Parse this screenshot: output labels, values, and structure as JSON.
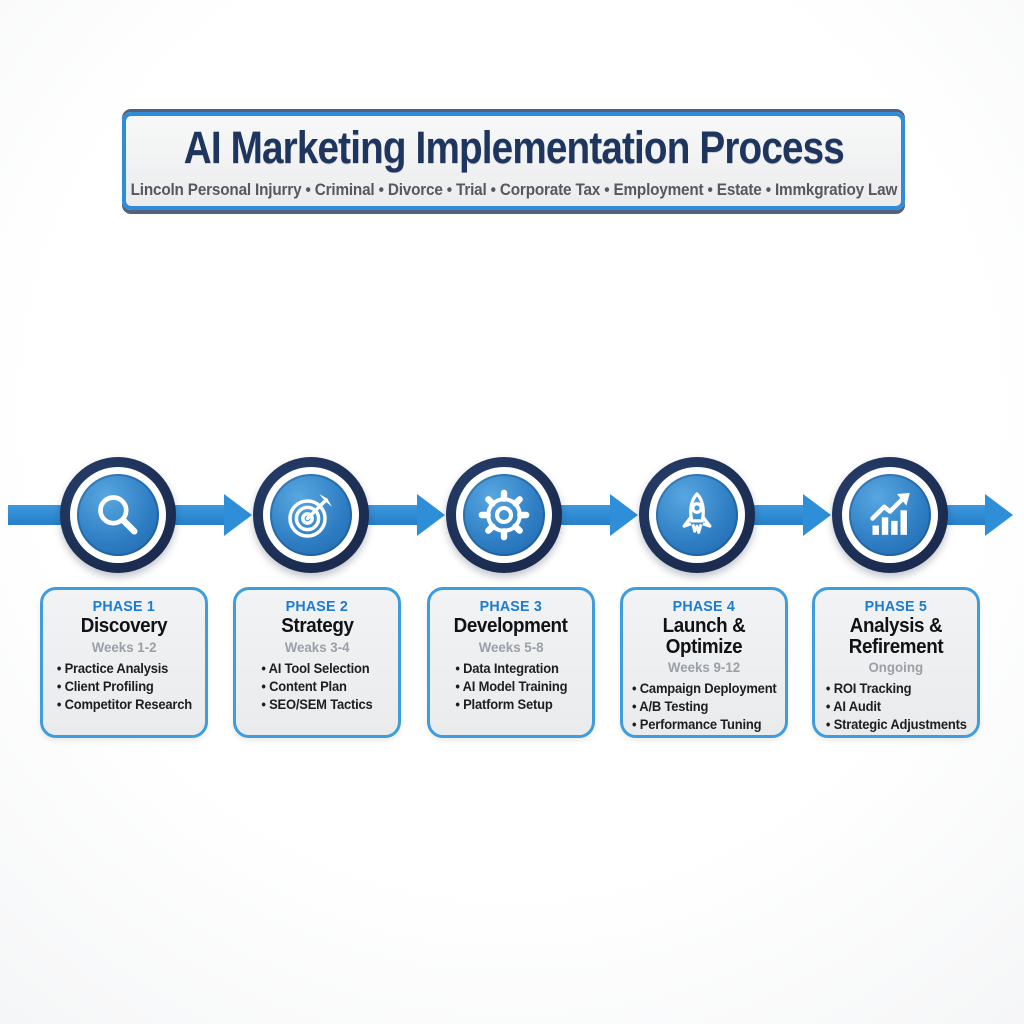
{
  "header": {
    "title": "AI Marketing Implementation Process",
    "subtitle": "Lincoln Personal Injurry • Criminal • Divorce • Trial • Corporate Tax • Employment • Estate • Immkgratioy Law"
  },
  "colors": {
    "accent_blue": "#2f8ed8",
    "card_border_blue": "#3f9ddd",
    "ring_navy": "#1b2c50",
    "title_navy": "#1e355e",
    "phase_label_blue": "#1a7cd3",
    "duration_gray": "#9aa0a6",
    "card_bg": "#eef0f1"
  },
  "timeline": {
    "direction": "left-to-right",
    "icons": [
      "search-icon",
      "target-icon",
      "gear-icon",
      "rocket-icon",
      "growth-chart-icon"
    ]
  },
  "phases": [
    {
      "label": "PHASE 1",
      "title": "Discovery",
      "duration": "Weeks 1-2",
      "icon": "search-icon",
      "items": [
        "Practice Analysis",
        "Client Profiling",
        "Competitor Research"
      ]
    },
    {
      "label": "PHASE 2",
      "title": "Strategy",
      "duration": "Weaks 3-4",
      "icon": "target-icon",
      "items": [
        "AI Tool Selection",
        "Content Plan",
        "SEO/SEM Tactics"
      ]
    },
    {
      "label": "PHASE 3",
      "title": "Development",
      "duration": "Weeks 5-8",
      "icon": "gear-icon",
      "items": [
        "Data Integration",
        "AI Model Training",
        "Platform Setup"
      ]
    },
    {
      "label": "PHASE 4",
      "title": "Launch & Optimize",
      "duration": "Weeks 9-12",
      "icon": "rocket-icon",
      "items": [
        "Campaign Deployment",
        "A/B Testing",
        "Performance Tuning"
      ]
    },
    {
      "label": "PHASE 5",
      "title": "Analysis & Refirement",
      "duration": "Ongoing",
      "icon": "growth-chart-icon",
      "items": [
        "ROI Tracking",
        "AI Audit",
        "Strategic Adjustments"
      ]
    }
  ]
}
